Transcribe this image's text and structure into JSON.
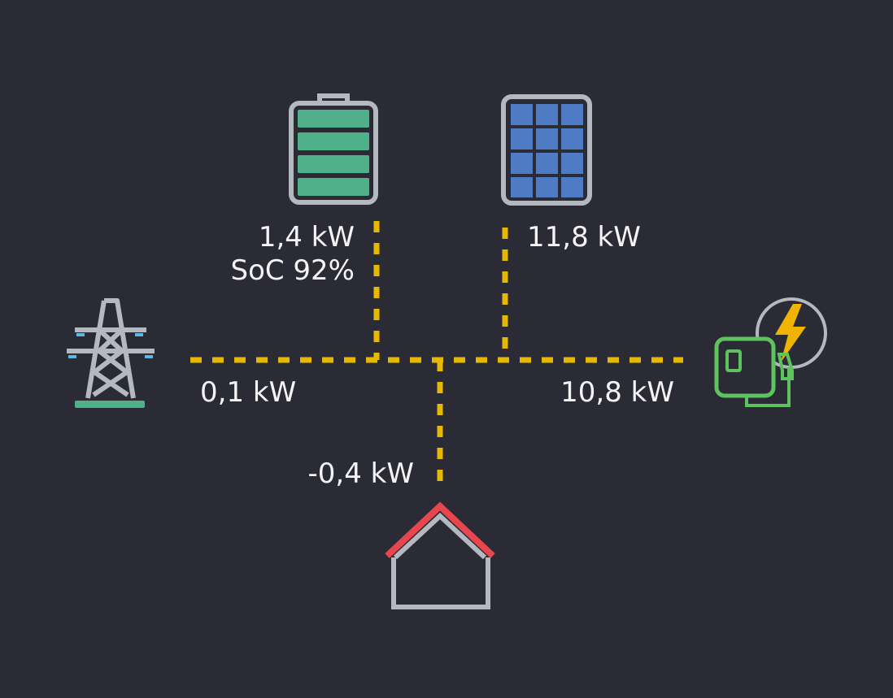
{
  "battery": {
    "power": "1,4 kW",
    "soc": "SoC 92%"
  },
  "solar": {
    "power": "11,8 kW"
  },
  "grid": {
    "power": "0,1 kW"
  },
  "charger": {
    "power": "10,8 kW"
  },
  "house": {
    "power": "-0,4 kW"
  },
  "colors": {
    "background": "#2b2b35",
    "flow_line": "#e6b800",
    "battery_cells": "#4fb08a",
    "solar_cells": "#4f7bc4",
    "icon_outline": "#b4b8bf",
    "grid_base": "#4fb08a",
    "grid_insulators": "#5bb8e0",
    "charger_green": "#5ec25e",
    "bolt": "#f0b400",
    "roof": "#e8454f",
    "text": "#f4f4f6"
  }
}
